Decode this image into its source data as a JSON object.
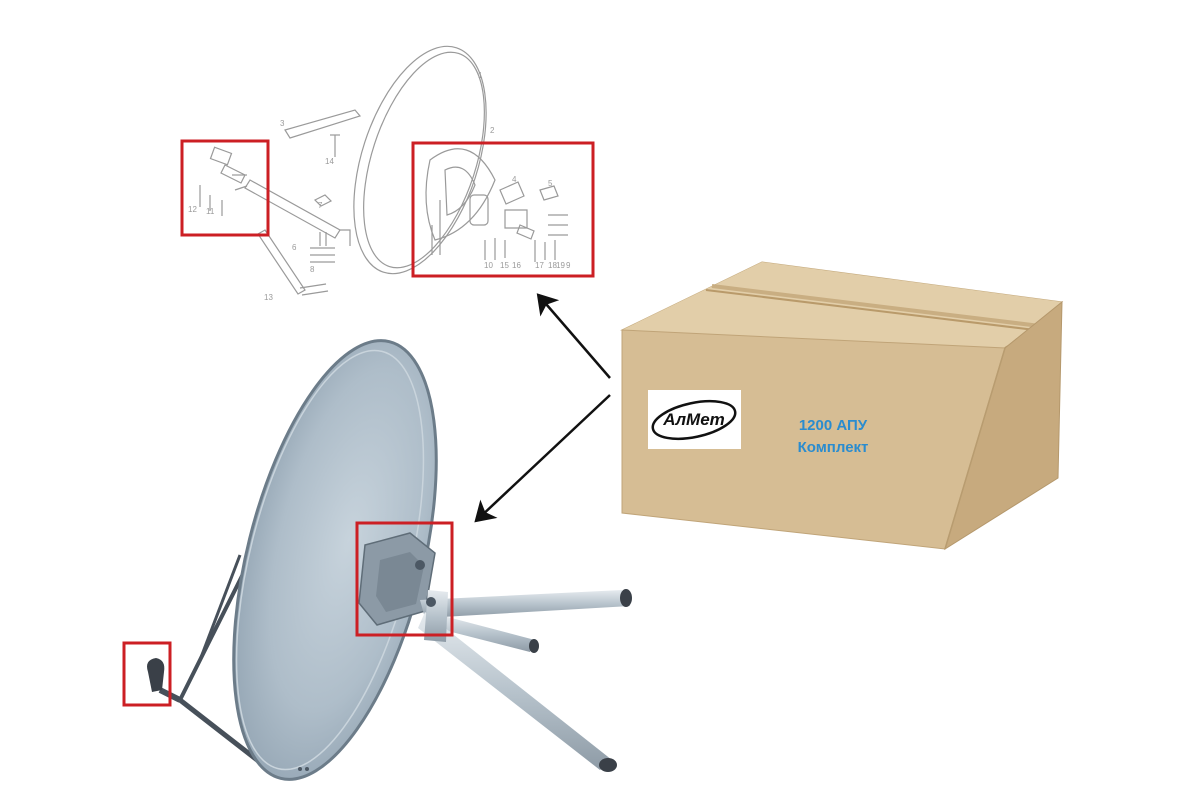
{
  "box": {
    "logo_text": "АлМет",
    "label_line1": "1200 АПУ",
    "label_line2": "Комплект"
  },
  "diagram": {
    "callout_numbers": [
      "1",
      "2",
      "3",
      "4",
      "5",
      "6",
      "7",
      "8",
      "9",
      "10",
      "11",
      "12",
      "13",
      "14",
      "15",
      "16",
      "17",
      "18",
      "19"
    ]
  },
  "colors": {
    "highlight_frame": "#cc1f24",
    "box_cardboard": "#d6bd94",
    "label_text": "#2a8ccf",
    "dish": "#a9b8c4",
    "arrow": "#111111"
  },
  "icons": {
    "arrows": "arrow-icon"
  }
}
